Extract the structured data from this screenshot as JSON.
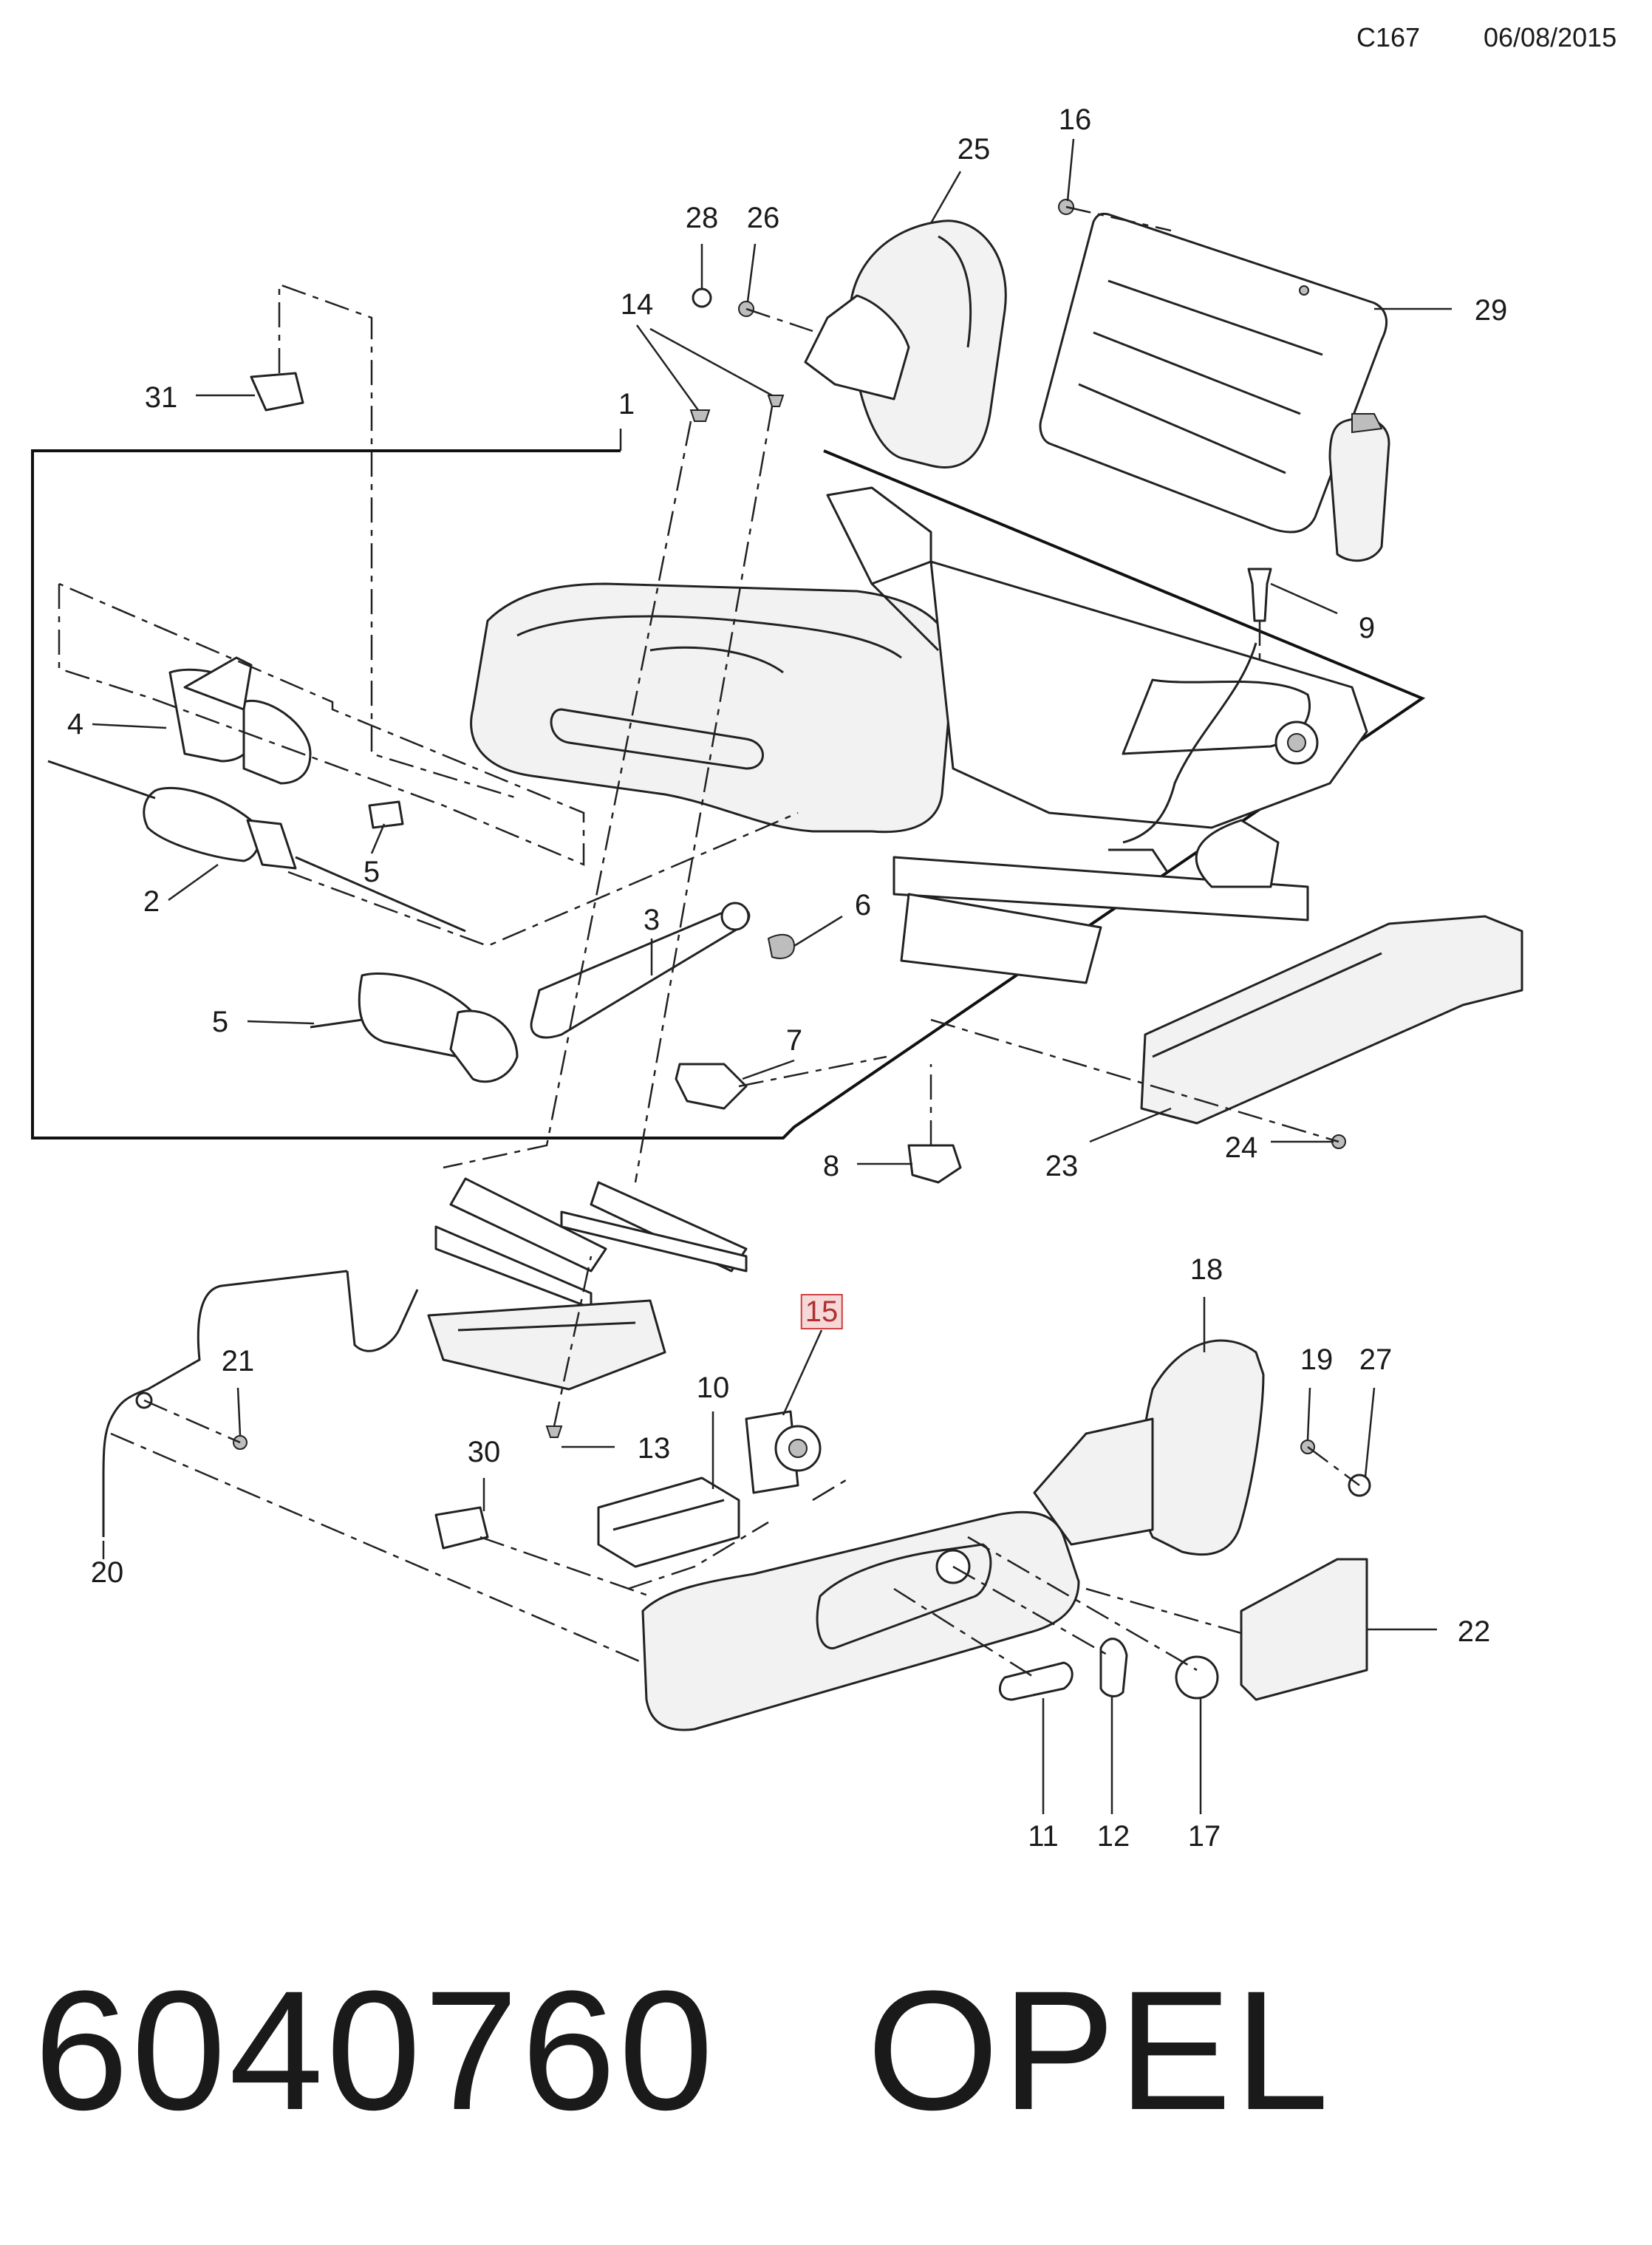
{
  "header": {
    "code": "C167",
    "date": "06/08/2015"
  },
  "footer": {
    "part_number": "6040760",
    "brand": "OPEL"
  },
  "callouts": [
    {
      "id": "c1",
      "label": "1"
    },
    {
      "id": "c2",
      "label": "2"
    },
    {
      "id": "c3",
      "label": "3"
    },
    {
      "id": "c4",
      "label": "4"
    },
    {
      "id": "c5a",
      "label": "5"
    },
    {
      "id": "c5b",
      "label": "5"
    },
    {
      "id": "c6",
      "label": "6"
    },
    {
      "id": "c7",
      "label": "7"
    },
    {
      "id": "c8",
      "label": "8"
    },
    {
      "id": "c9",
      "label": "9"
    },
    {
      "id": "c10",
      "label": "10"
    },
    {
      "id": "c11",
      "label": "11"
    },
    {
      "id": "c12",
      "label": "12"
    },
    {
      "id": "c13",
      "label": "13"
    },
    {
      "id": "c14",
      "label": "14"
    },
    {
      "id": "c15",
      "label": "15",
      "highlighted": true
    },
    {
      "id": "c16",
      "label": "16"
    },
    {
      "id": "c17",
      "label": "17"
    },
    {
      "id": "c18",
      "label": "18"
    },
    {
      "id": "c19",
      "label": "19"
    },
    {
      "id": "c20",
      "label": "20"
    },
    {
      "id": "c21",
      "label": "21"
    },
    {
      "id": "c22",
      "label": "22"
    },
    {
      "id": "c23",
      "label": "23"
    },
    {
      "id": "c24",
      "label": "24"
    },
    {
      "id": "c25",
      "label": "25"
    },
    {
      "id": "c26",
      "label": "26"
    },
    {
      "id": "c27",
      "label": "27"
    },
    {
      "id": "c28",
      "label": "28"
    },
    {
      "id": "c29",
      "label": "29"
    },
    {
      "id": "c30",
      "label": "30"
    },
    {
      "id": "c31",
      "label": "31"
    }
  ],
  "colors": {
    "highlight_border": "#d04040",
    "highlight_fill": "#f6d8d8",
    "line": "#222222"
  }
}
